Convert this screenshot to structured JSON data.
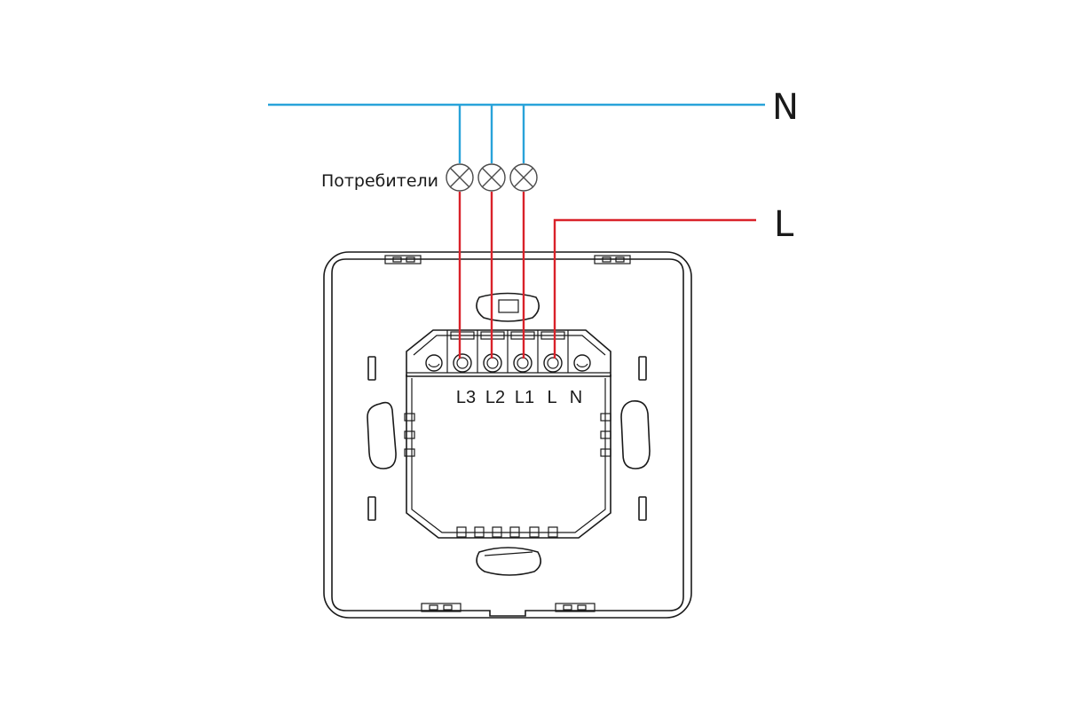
{
  "lines": {
    "neutral": {
      "label": "N",
      "color": "#29a3d9"
    },
    "phase": {
      "label": "L",
      "color": "#d9222a"
    }
  },
  "consumers": {
    "label": "Потребители",
    "count": 3
  },
  "terminals": [
    {
      "label": "L3"
    },
    {
      "label": "L2"
    },
    {
      "label": "L1"
    },
    {
      "label": "L"
    },
    {
      "label": "N"
    }
  ]
}
